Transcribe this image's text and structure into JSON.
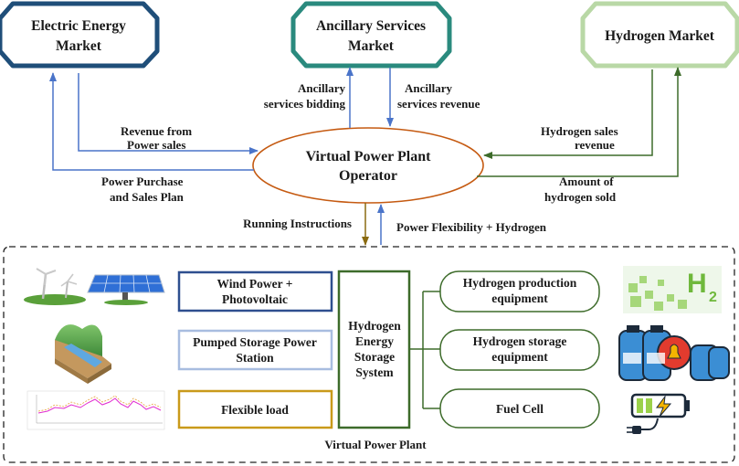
{
  "markets": {
    "electric": {
      "line1": "Electric Energy",
      "line2": "Market",
      "color": "#1f4e79"
    },
    "ancillary": {
      "line1": "Ancillary Services",
      "line2": "Market",
      "color": "#2a8a7e"
    },
    "hydrogen": {
      "line1": "Hydrogen Market",
      "color": "#b9d8a6"
    }
  },
  "operator": {
    "line1": "Virtual Power Plant",
    "line2": "Operator",
    "color": "#c55a11"
  },
  "flows": {
    "revenue_power": {
      "line1": "Revenue from",
      "line2": "Power sales"
    },
    "purchase_plan": {
      "line1": "Power Purchase",
      "line2": "and Sales Plan"
    },
    "anc_bidding": {
      "line1": "Ancillary",
      "line2": "services bidding"
    },
    "anc_revenue": {
      "line1": "Ancillary",
      "line2": "services revenue"
    },
    "h2_revenue": {
      "line1": "Hydrogen sales",
      "line2": "revenue"
    },
    "h2_amount": {
      "line1": "Amount of",
      "line2": "hydrogen sold"
    },
    "running": "Running Instructions",
    "flex": "Power Flexibility + Hydrogen"
  },
  "plant": {
    "title": "Virtual Power Plant",
    "wind_pv": {
      "line1": "Wind Power +",
      "line2": "Photovoltaic",
      "color": "#2e4f8f"
    },
    "pumped": {
      "line1": "Pumped Storage Power",
      "line2": "Station",
      "color": "#a8bde0"
    },
    "flexible": {
      "line1": "Flexible load",
      "color": "#c99a1a"
    },
    "hess": {
      "line1": "Hydrogen",
      "line2": "Energy",
      "line3": "Storage",
      "line4": "System",
      "color": "#3d6b2a"
    },
    "h2_prod": {
      "line1": "Hydrogen production",
      "line2": "equipment"
    },
    "h2_store": {
      "line1": "Hydrogen storage",
      "line2": "equipment"
    },
    "fuel_cell": {
      "line1": "Fuel Cell"
    },
    "h2_icon_label": "H",
    "h2_icon_sub": "2"
  },
  "colors": {
    "blue_arrow": "#4a74c9",
    "green_arrow": "#3d6b2a",
    "brown_arrow": "#8a6a10"
  }
}
